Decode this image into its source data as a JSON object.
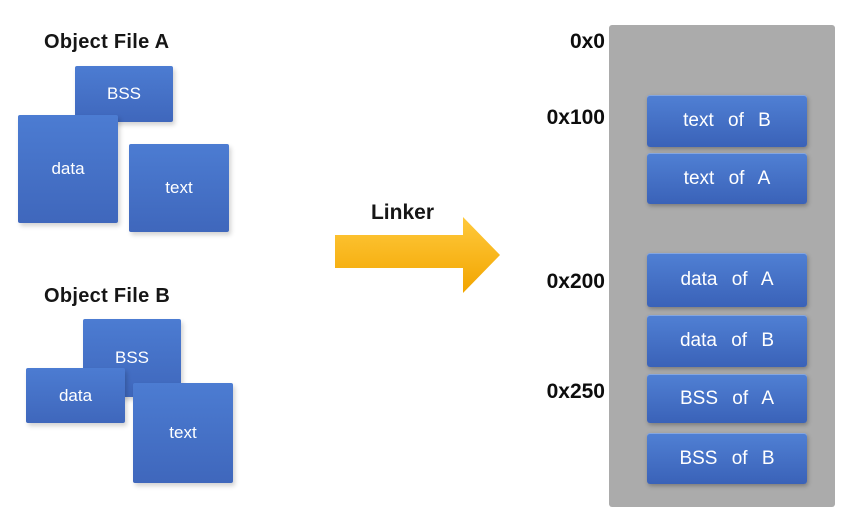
{
  "object_file_a": {
    "title": "Object File A",
    "blocks": [
      {
        "label": "BSS"
      },
      {
        "label": "data"
      },
      {
        "label": "text"
      }
    ]
  },
  "object_file_b": {
    "title": "Object File B",
    "blocks": [
      {
        "label": "BSS"
      },
      {
        "label": "data"
      },
      {
        "label": "text"
      }
    ]
  },
  "linker": {
    "label": "Linker",
    "arrow_icon": "right-arrow"
  },
  "memory_map": {
    "addresses": [
      {
        "label": "0x0"
      },
      {
        "label": "0x100"
      },
      {
        "label": "0x200"
      },
      {
        "label": "0x250"
      }
    ],
    "segments": [
      {
        "label": "text of B"
      },
      {
        "label": "text of A"
      },
      {
        "label": "data of A"
      },
      {
        "label": "data of B"
      },
      {
        "label": "BSS of A"
      },
      {
        "label": "BSS of B"
      }
    ]
  },
  "colors": {
    "block_blue": "#4472C4",
    "block_blue_light": "#5080D4",
    "block_blue_dark": "#3A62B8",
    "arrow_gold": "#FFC010",
    "memory_gray": "#ABABAB",
    "block_text": "#FFFFFF",
    "label_text": "#111111"
  }
}
